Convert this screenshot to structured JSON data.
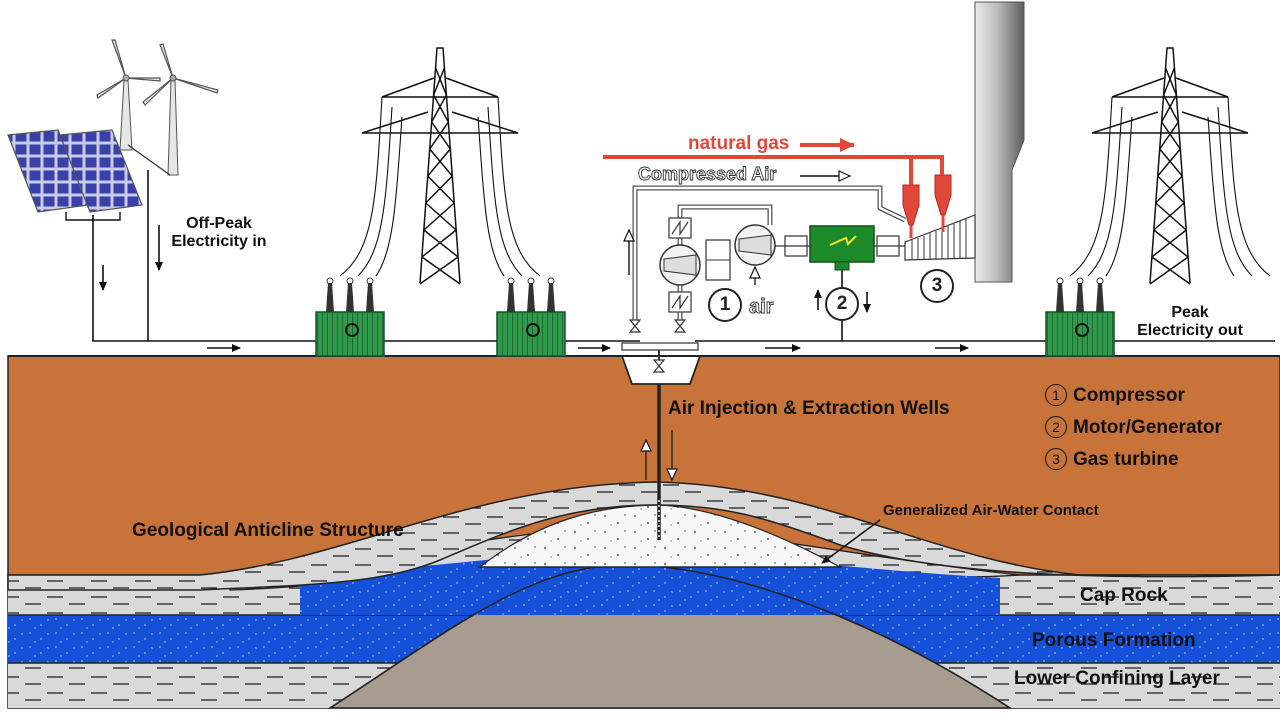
{
  "labels": {
    "off_peak_1": "Off-Peak",
    "off_peak_2": "Electricity in",
    "peak_1": "Peak",
    "peak_2": "Electricity out",
    "natural_gas": "natural gas",
    "compressed_air": "Compressed Air",
    "air": "air",
    "wells": "Air Injection & Extraction Wells",
    "anticline": "Geological Anticline Structure",
    "air_water": "Generalized Air-Water Contact",
    "cap_rock": "Cap Rock",
    "porous": "Porous Formation",
    "lower_conf": "Lower Confining Layer"
  },
  "component_numbers": {
    "n1": "1",
    "n2": "2",
    "n3": "3"
  },
  "legend": [
    {
      "num": "1",
      "label": "Compressor"
    },
    {
      "num": "2",
      "label": "Motor/Generator"
    },
    {
      "num": "3",
      "label": "Gas turbine"
    }
  ],
  "colors": {
    "soil": "#c8733a",
    "cap_rock": "#d6d6d6",
    "porous": "#1450d8",
    "basement": "#a89c91",
    "transformer": "#2f9a4b",
    "generator": "#1d8a2a",
    "gas_line": "#e2483a",
    "stack": "#9a9a9a"
  }
}
